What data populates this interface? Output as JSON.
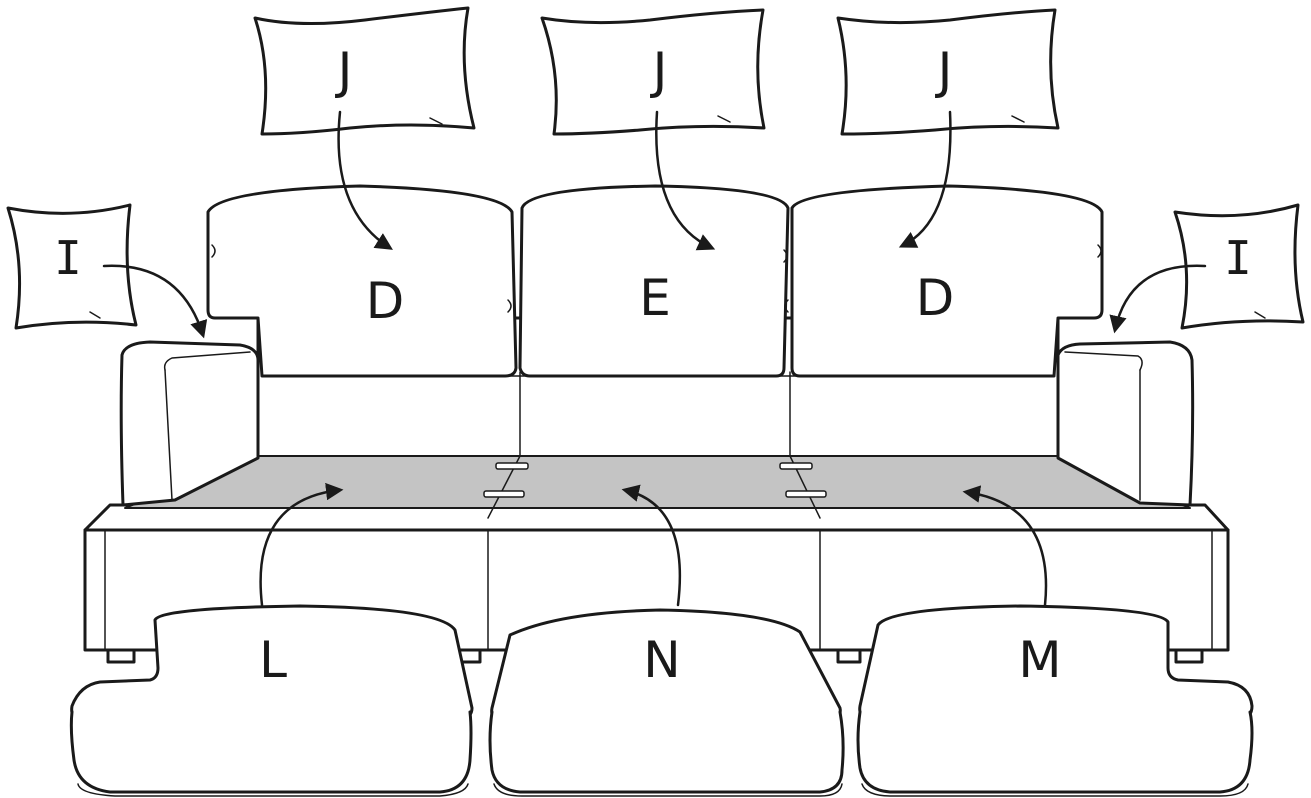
{
  "diagram": {
    "labels": {
      "pillow_left": "J",
      "pillow_center": "J",
      "pillow_right": "J",
      "cushion_left": "I",
      "cushion_right": "I",
      "back_left": "D",
      "back_center": "E",
      "back_right": "D",
      "seat_left": "L",
      "seat_center": "N",
      "seat_right": "M"
    },
    "colors": {
      "ink": "#1a1a1a",
      "deck": "#c4c4c4",
      "fill": "#ffffff"
    }
  }
}
